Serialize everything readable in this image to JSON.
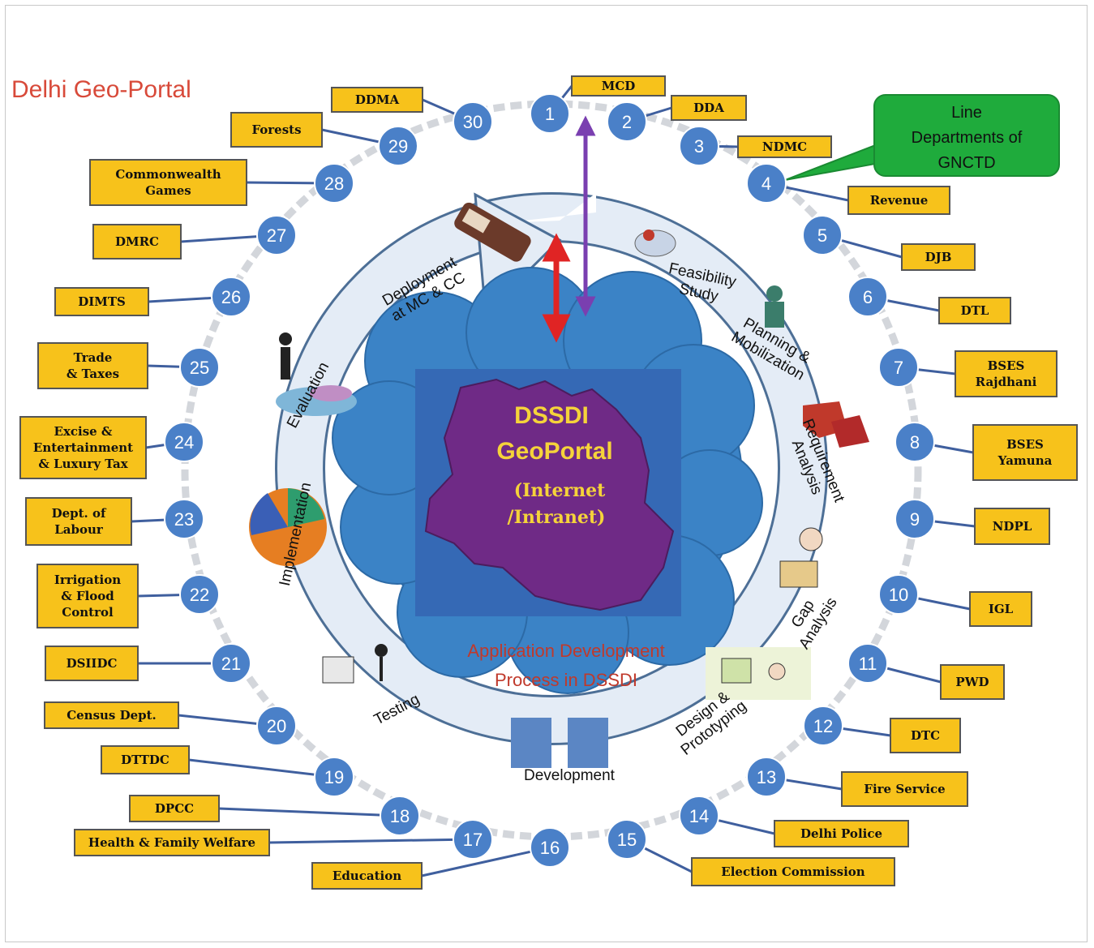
{
  "title": "Delhi Geo-Portal",
  "center": {
    "line1": "DSSDI",
    "line2": "GeoPortal",
    "line3": "(Internet",
    "line4": "/Intranet)"
  },
  "process_caption": [
    "Application Development",
    "Process in DSSDI"
  ],
  "callout": [
    "Line",
    "Departments of",
    "GNCTD"
  ],
  "phases": {
    "deployment": [
      "Deployment",
      "at MC & CC"
    ],
    "feasibility": [
      "Feasibility",
      "Study"
    ],
    "planning": [
      "Planning &",
      "Mobilization"
    ],
    "requirement": [
      "Requirement",
      "Analysis"
    ],
    "gap": [
      "Gap",
      "Analysis"
    ],
    "design": [
      "Design &",
      "Prototyping"
    ],
    "development": [
      "Development"
    ],
    "testing": [
      "Testing"
    ],
    "implementation": [
      "Implementation"
    ],
    "evaluation": [
      "Evaluation"
    ]
  },
  "departments": [
    {
      "n": "1",
      "label": [
        "MCD"
      ]
    },
    {
      "n": "2",
      "label": [
        "DDA"
      ]
    },
    {
      "n": "3",
      "label": [
        "NDMC"
      ]
    },
    {
      "n": "4",
      "label": [
        "Revenue"
      ]
    },
    {
      "n": "5",
      "label": [
        "DJB"
      ]
    },
    {
      "n": "6",
      "label": [
        "DTL"
      ]
    },
    {
      "n": "7",
      "label": [
        "BSES",
        "Rajdhani"
      ]
    },
    {
      "n": "8",
      "label": [
        "BSES",
        "Yamuna"
      ]
    },
    {
      "n": "9",
      "label": [
        "NDPL"
      ]
    },
    {
      "n": "10",
      "label": [
        "IGL"
      ]
    },
    {
      "n": "11",
      "label": [
        "PWD"
      ]
    },
    {
      "n": "12",
      "label": [
        "DTC"
      ]
    },
    {
      "n": "13",
      "label": [
        "Fire Service"
      ]
    },
    {
      "n": "14",
      "label": [
        "Delhi Police"
      ]
    },
    {
      "n": "15",
      "label": [
        "Election Commission"
      ]
    },
    {
      "n": "16",
      "label": [
        "Education"
      ]
    },
    {
      "n": "17",
      "label": [
        "Health & Family Welfare"
      ]
    },
    {
      "n": "18",
      "label": [
        "DPCC"
      ]
    },
    {
      "n": "19",
      "label": [
        "DTTDC"
      ]
    },
    {
      "n": "20",
      "label": [
        "Census  Dept."
      ]
    },
    {
      "n": "21",
      "label": [
        "DSIIDC"
      ]
    },
    {
      "n": "22",
      "label": [
        "Irrigation",
        "& Flood",
        "Control"
      ]
    },
    {
      "n": "23",
      "label": [
        "Dept. of",
        "Labour"
      ]
    },
    {
      "n": "24",
      "label": [
        "Excise &",
        "Entertainment",
        "& Luxury Tax"
      ]
    },
    {
      "n": "25",
      "label": [
        "Trade",
        "& Taxes"
      ]
    },
    {
      "n": "26",
      "label": [
        "DIMTS"
      ]
    },
    {
      "n": "27",
      "label": [
        "DMRC"
      ]
    },
    {
      "n": "28",
      "label": [
        "Commonwealth",
        "Games"
      ]
    },
    {
      "n": "29",
      "label": [
        "Forests"
      ]
    },
    {
      "n": "30",
      "label": [
        "DDMA"
      ]
    }
  ],
  "colors": {
    "node": "#4a80c8",
    "label_box": "#f7c21b",
    "callout": "#1fab3c",
    "title": "#d84a3a",
    "cloud": "#3b83c6",
    "square": "#3569b5",
    "map": "#6f2a86",
    "center_text": "#f5d33a",
    "caption": "#c0392b",
    "ring": "#e4ecf6",
    "arrow_red": "#e02424",
    "arrow_purple": "#7a3fb0"
  },
  "icons": [
    "scroll-icon",
    "feasibility-icon",
    "planning-icon",
    "puzzle-icon",
    "gap-analysis-icon",
    "design-icon",
    "development-icon",
    "testing-icon",
    "implementation-icon",
    "evaluation-icon"
  ]
}
